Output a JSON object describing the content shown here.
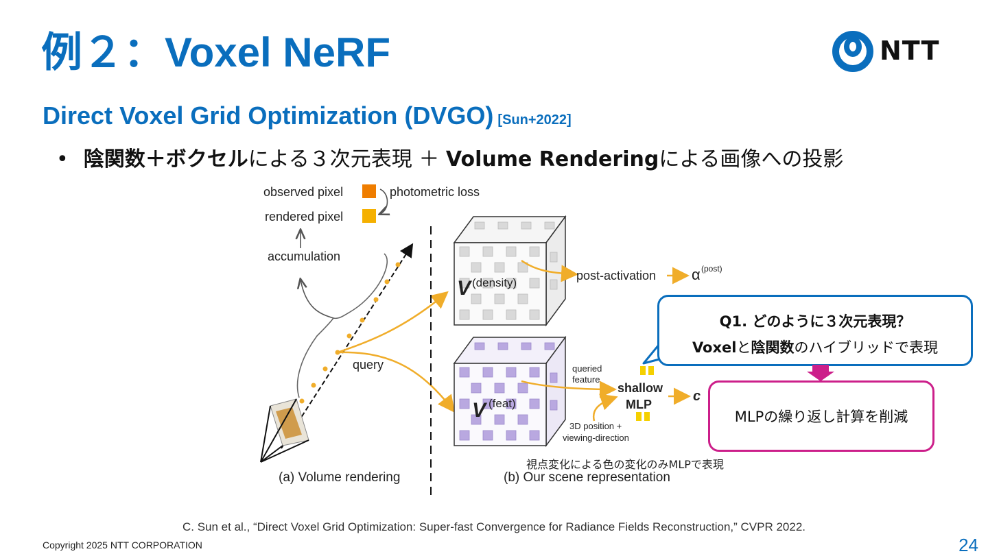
{
  "slide": {
    "title": "例２：Voxel NeRF",
    "subtitle": "Direct Voxel Grid Optimization (DVGO)",
    "subtitle_cite": "[Sun+2022]",
    "bullet": {
      "marker": "•",
      "bold_part": "陰関数＋ボクセル",
      "part2": "による３次元表現 ＋ ",
      "bold_part2": "Volume Rendering",
      "part3": "による画像への投影"
    },
    "reference": "C. Sun et al., “Direct Voxel Grid Optimization: Super-fast Convergence for Radiance Fields Reconstruction,” CVPR 2022.",
    "copyright": "Copyright 2025 NTT CORPORATION",
    "page_number": "24"
  },
  "logo": {
    "text": "NTT",
    "color": "#0a6ebd"
  },
  "figure": {
    "observed_pixel": "observed pixel",
    "rendered_pixel": "rendered pixel",
    "photometric_loss": "photometric loss",
    "accumulation": "accumulation",
    "query": "query",
    "v_density": "V",
    "v_density_sup": "(density)",
    "v_feat": "V",
    "v_feat_sup": "(feat)",
    "post_activation": "post-activation",
    "alpha": "α",
    "alpha_sup": "(post)",
    "queried": "queried",
    "feature": "feature",
    "shallow": "shallow",
    "mlp": "MLP",
    "c": "c",
    "position_1": "3D position +",
    "position_2": "viewing-direction",
    "caption_a": "(a) Volume rendering",
    "caption_b": "(b) Our scene representation",
    "colors": {
      "observed": "#ef7d00",
      "rendered": "#f5b000",
      "arrow": "#f0ad2a",
      "density_cube": "#d9d9d9",
      "feat_cube": "#b9a8e0"
    }
  },
  "callouts": {
    "question_line1": "Q1. どのように３次元表現？",
    "question_bold1": "Voxel",
    "question_mid": "と",
    "question_bold2": "陰関数",
    "question_end": "のハイブリッドで表現",
    "answer": "MLPの繰り返し計算を削減",
    "note": "視点変化による色の変化のみMLPで表現",
    "colors": {
      "question_border": "#0a6ebd",
      "answer_border": "#cc1f8a"
    }
  }
}
